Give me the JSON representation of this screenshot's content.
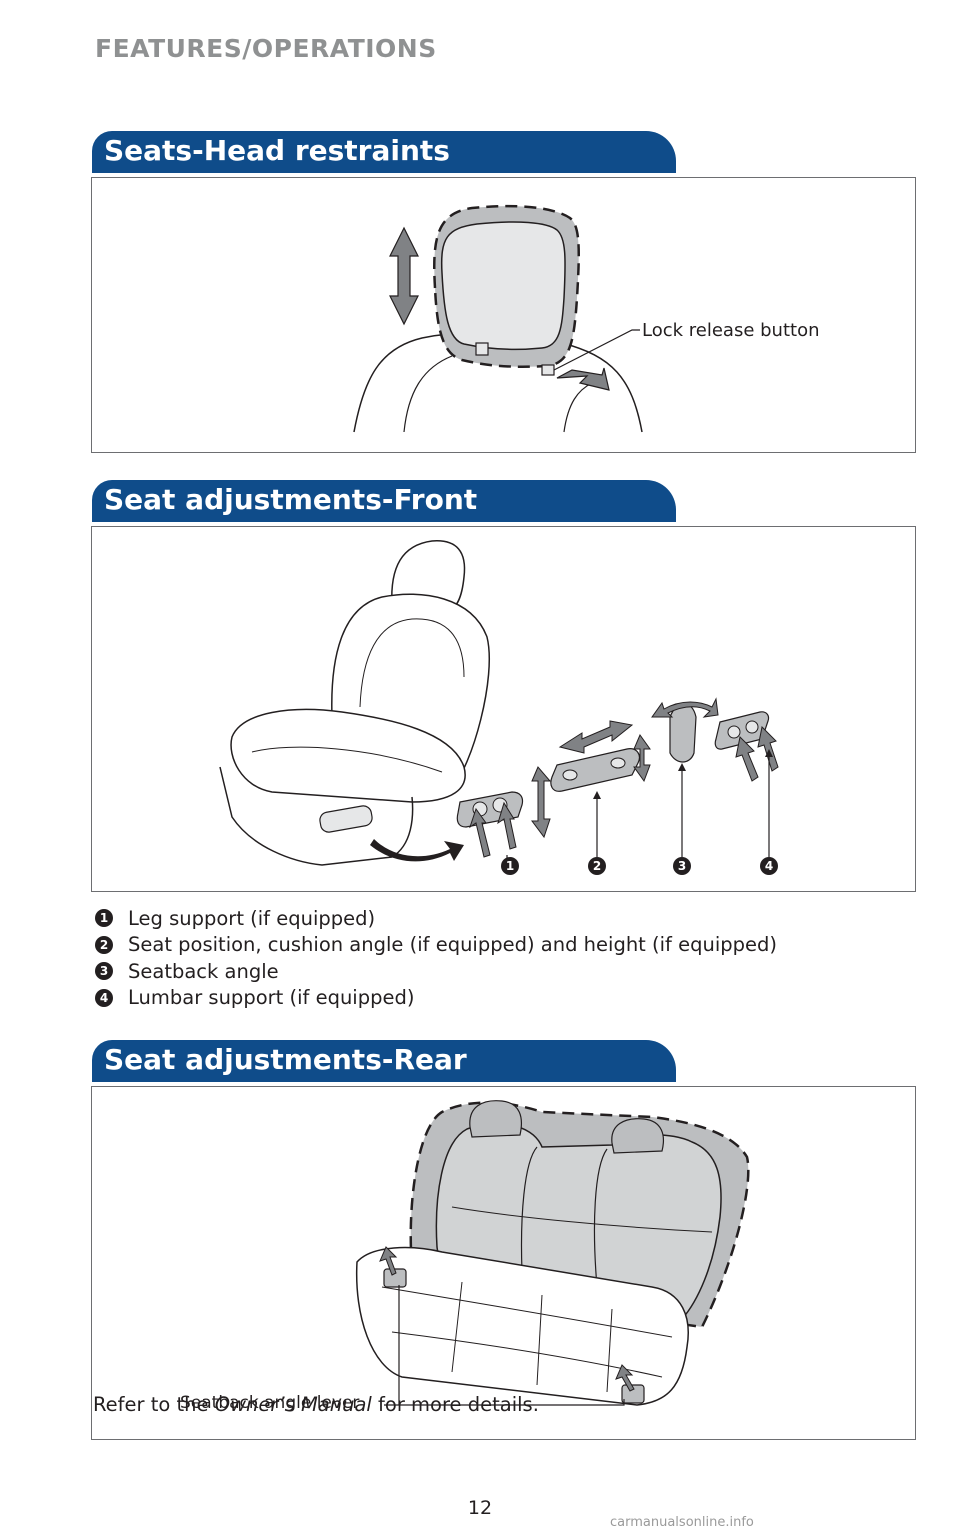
{
  "page": {
    "header": "FEATURES/OPERATIONS",
    "page_number": "12",
    "watermark": "carmanualsonline.info"
  },
  "colors": {
    "accent": "#0f4c8a",
    "header_gray": "#8f9192",
    "text": "#231f20",
    "figure_gray": "#bcbec0"
  },
  "sections": {
    "head_restraints": {
      "title": "Seats-Head restraints",
      "callout": "Lock release button"
    },
    "front": {
      "title": "Seat adjustments-Front",
      "markers": [
        "1",
        "2",
        "3",
        "4"
      ],
      "legend": [
        {
          "num": "1",
          "text": "Leg support (if equipped)"
        },
        {
          "num": "2",
          "text": "Seat position, cushion angle (if equipped) and height (if equipped)"
        },
        {
          "num": "3",
          "text": "Seatback angle"
        },
        {
          "num": "4",
          "text": "Lumbar support (if equipped)"
        }
      ]
    },
    "rear": {
      "title": "Seat adjustments-Rear",
      "callout": "Seatback angle lever"
    }
  },
  "note": {
    "prefix": "Refer to the ",
    "emphasis": "Owner’s Manual",
    "suffix": " for more details."
  }
}
